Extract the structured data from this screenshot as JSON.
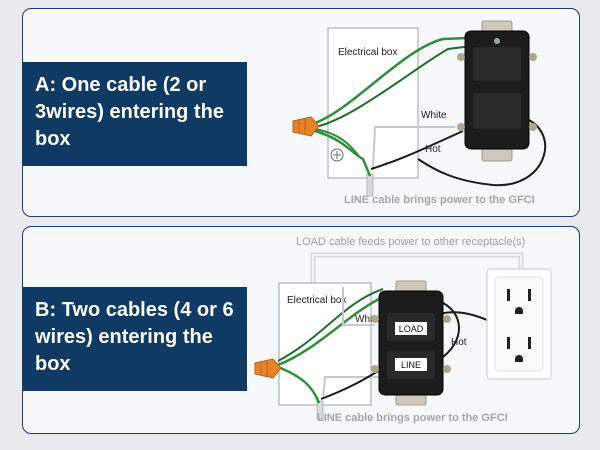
{
  "panel_a": {
    "title": "A: One cable (2 or 3wires) entering the box",
    "box_label": "Electrical box",
    "white_label": "White",
    "hot_label": "Hot",
    "caption": "LINE cable brings power to the GFCI"
  },
  "panel_b": {
    "title": "B: Two cables (4 or 6 wires) entering the box",
    "top_caption": "LOAD cable feeds power to other receptacle(s)",
    "box_label": "Electrical box",
    "white_label": "White",
    "hot_label": "Hot",
    "load_label": "LOAD",
    "line_label": "LINE",
    "caption": "LINE cable brings power to the GFCI"
  },
  "colors": {
    "navy": "#0f3a63",
    "border": "#1f3d6b",
    "green_wire": "#2f8f3a",
    "connector": "#e9832a",
    "caption_gray": "#a3a7ac"
  }
}
